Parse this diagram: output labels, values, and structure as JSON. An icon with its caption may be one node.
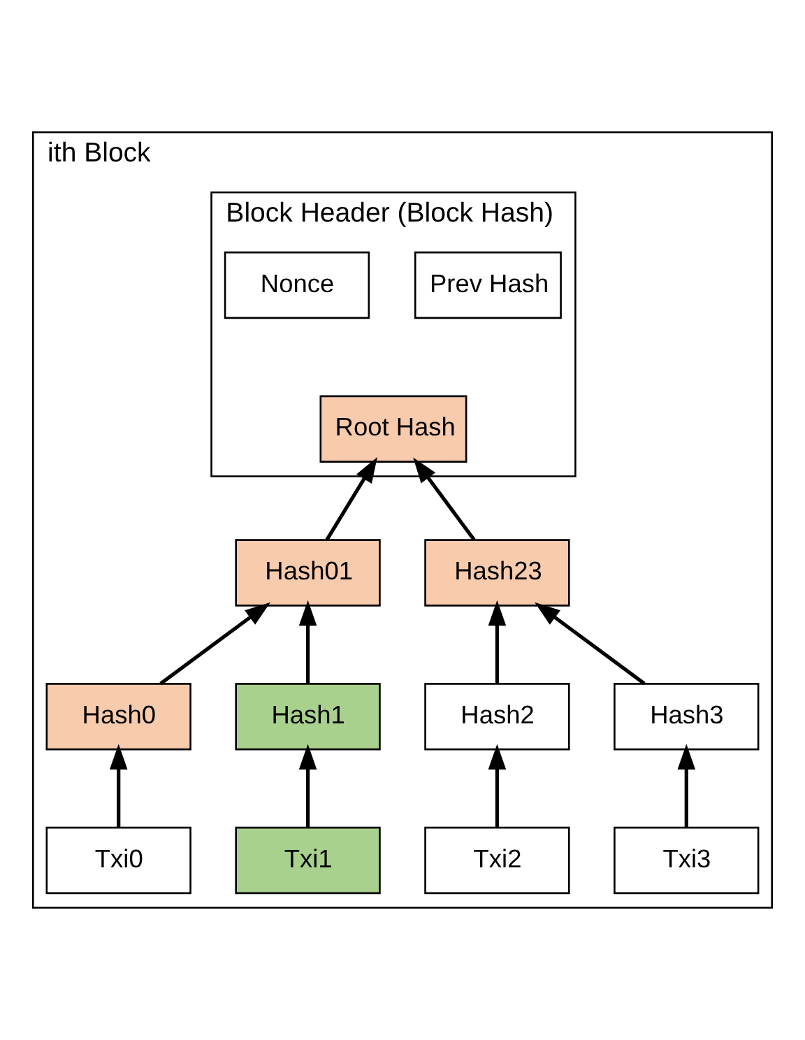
{
  "diagram": {
    "nodes": [
      {
        "text": [
          "ith Block"
        ]
      },
      {
        "text": [
          "Block Header (Block Hash)"
        ],
        "in": 0
      },
      {
        "text": [
          "Prev Hash"
        ],
        "in": 1
      },
      {
        "text": [
          "Nonce"
        ],
        "in": 1
      },
      {
        "text": [
          "Root Hash"
        ],
        "in": 1
      },
      {
        "text": [
          "Hash01"
        ],
        "in": 0
      },
      {
        "text": [
          "Hash23"
        ],
        "in": 0
      },
      {
        "text": [
          "Hash0"
        ],
        "in": 0
      },
      {
        "text": [
          "Hash1"
        ],
        "in": 0
      },
      {
        "text": [
          "Hash2"
        ],
        "in": 0
      },
      {
        "text": [
          "Hash3"
        ],
        "in": 0
      },
      {
        "text": [
          "Txi0"
        ],
        "in": 0
      },
      {
        "text": [
          "Txi1"
        ],
        "in": 0
      },
      {
        "text": [
          "Txi2"
        ],
        "in": 0
      },
      {
        "text": [
          "Txi3"
        ],
        "in": 0
      }
    ],
    "edges": [
      {
        "from": 11,
        "to": 7,
        "arrow": "to"
      },
      {
        "from": 12,
        "to": 8,
        "arrow": "to"
      },
      {
        "from": 13,
        "to": 9,
        "arrow": "to"
      },
      {
        "from": 14,
        "to": 10,
        "arrow": "to"
      },
      {
        "from": 7,
        "to": 5,
        "arrow": "to"
      },
      {
        "from": 8,
        "to": 5,
        "arrow": "to"
      },
      {
        "from": 9,
        "to": 6,
        "arrow": "to"
      },
      {
        "from": 10,
        "to": 6,
        "arrow": "to"
      },
      {
        "from": 5,
        "to": 4,
        "arrow": "to"
      },
      {
        "from": 6,
        "to": 4,
        "arrow": "to"
      }
    ]
  }
}
